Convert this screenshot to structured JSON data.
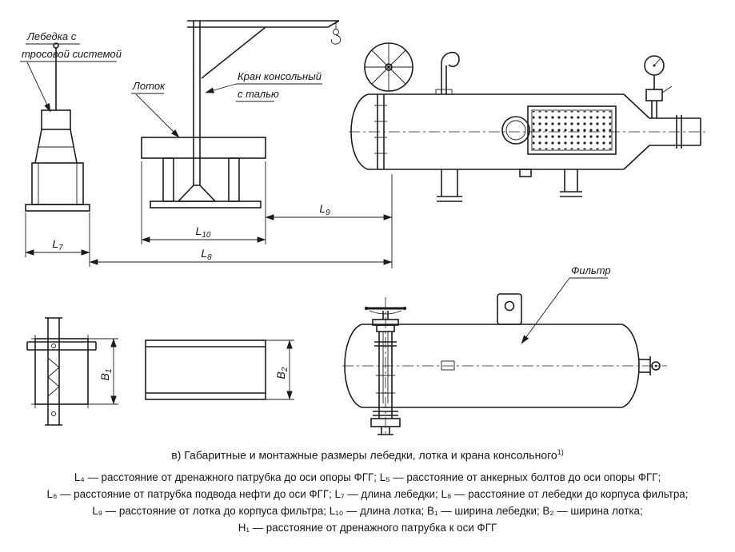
{
  "drawing": {
    "callouts": {
      "winch_line1": "Лебедка с",
      "winch_line2": "тросовой системой",
      "tray": "Лоток",
      "crane_line1": "Кран консольный",
      "crane_line2": "с талью",
      "filter": "Фильтр"
    },
    "dims": {
      "L7": {
        "sym": "L",
        "sub": "7"
      },
      "L8": {
        "sym": "L",
        "sub": "8"
      },
      "L9": {
        "sym": "L",
        "sub": "9"
      },
      "L10": {
        "sym": "L",
        "sub": "10"
      },
      "B1": {
        "sym": "B",
        "sub": "1"
      },
      "B2": {
        "sym": "B",
        "sub": "2"
      }
    }
  },
  "caption": {
    "text": "в) Габаритные и монтажные размеры лебедки, лотка и крана консольного",
    "superscript": "1)"
  },
  "legend": {
    "lines": [
      "L₄ — расстояние от дренажного патрубка до оси опоры ФГГ; L₅ — расстояние от анкерных болтов до оси опоры ФГГ;",
      "L₆ — расстояние от патрубка подвода нефти до оси ФГГ; L₇ — длина лебедки; L₈ — расстояние от лебедки до корпуса фильтра;",
      "L₉ — расстояние от лотка до корпуса фильтра; L₁₀ — длина лотка; B₁ — ширина лебедки; B₂ — ширина лотка;",
      "H₁ — расстояние от дренажного патрубка к оси ФГГ"
    ]
  },
  "colors": {
    "line": "#1c1c1c",
    "background": "#ffffff"
  }
}
